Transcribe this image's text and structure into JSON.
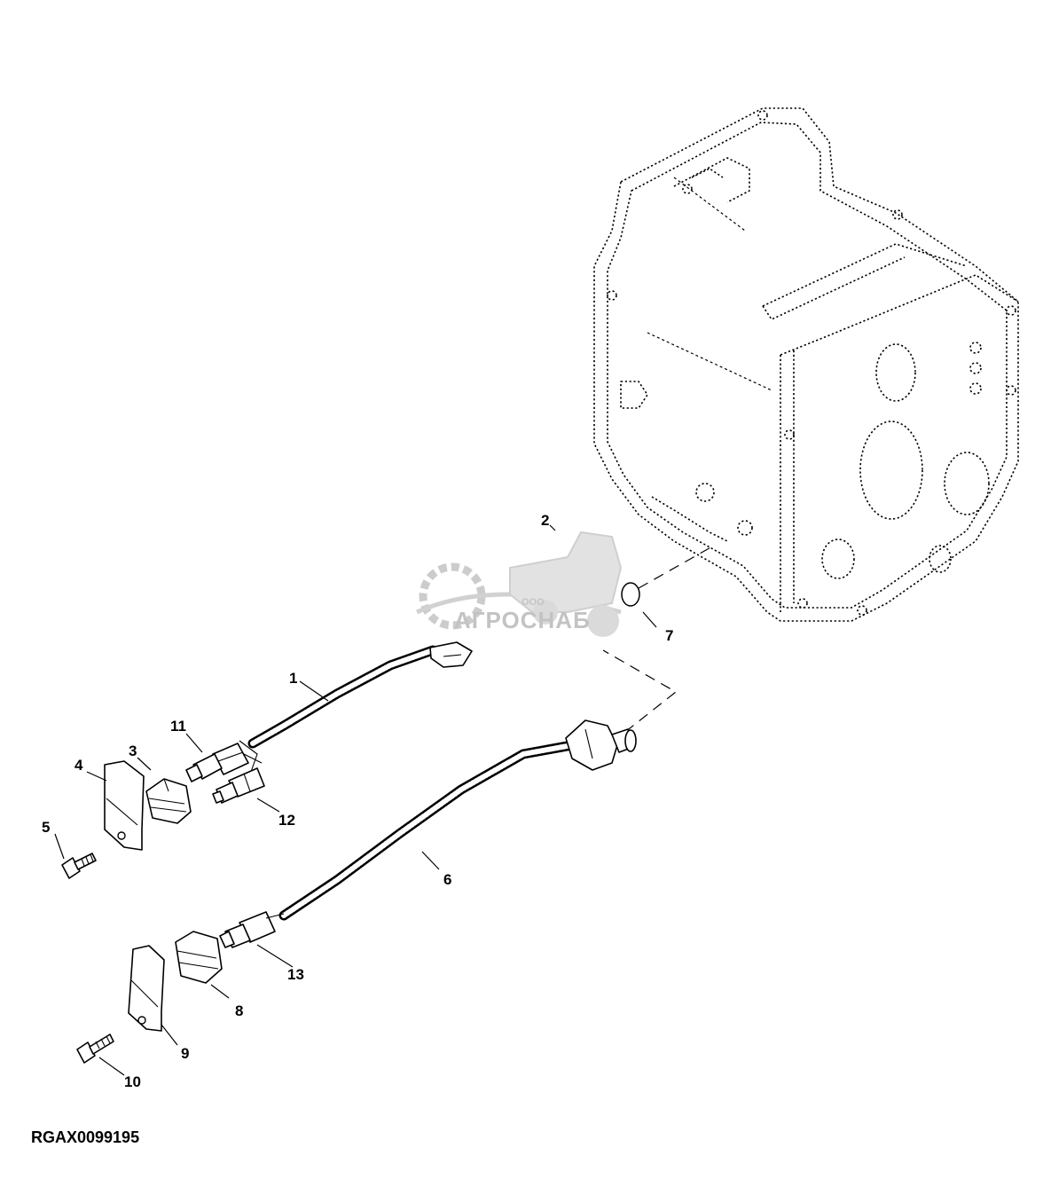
{
  "figure_ref": "RGAX0099195",
  "watermark": {
    "name": "АГРОСНАБ",
    "prefix": "ООО"
  },
  "callouts": [
    {
      "id": "1",
      "label": "1"
    },
    {
      "id": "2",
      "label": "2"
    },
    {
      "id": "3",
      "label": "3"
    },
    {
      "id": "4",
      "label": "4"
    },
    {
      "id": "5",
      "label": "5"
    },
    {
      "id": "6",
      "label": "6"
    },
    {
      "id": "7",
      "label": "7"
    },
    {
      "id": "8",
      "label": "8"
    },
    {
      "id": "9",
      "label": "9"
    },
    {
      "id": "10",
      "label": "10"
    },
    {
      "id": "11",
      "label": "11"
    },
    {
      "id": "12",
      "label": "12"
    },
    {
      "id": "13",
      "label": "13"
    }
  ]
}
